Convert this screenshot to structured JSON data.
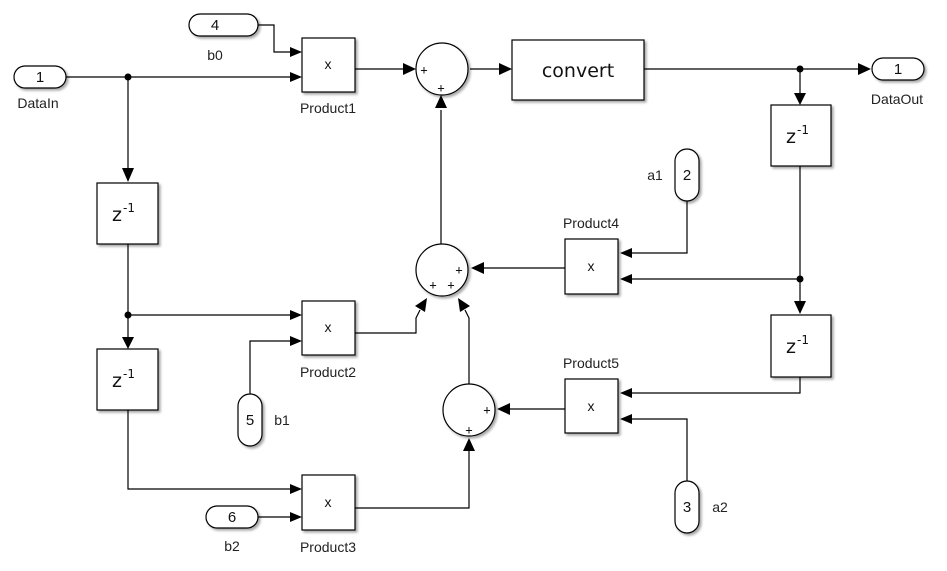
{
  "diagram": {
    "type": "simulink-block-diagram",
    "inports": [
      {
        "id": "datain",
        "number": "1",
        "label": "DataIn"
      },
      {
        "id": "b0",
        "number": "4",
        "label": "b0"
      },
      {
        "id": "a1",
        "number": "2",
        "label": "a1"
      },
      {
        "id": "b1",
        "number": "5",
        "label": "b1"
      },
      {
        "id": "b2",
        "number": "6",
        "label": "b2"
      },
      {
        "id": "a2",
        "number": "3",
        "label": "a2"
      }
    ],
    "outports": [
      {
        "id": "dataout",
        "number": "1",
        "label": "DataOut"
      }
    ],
    "products": [
      {
        "id": "product1",
        "label": "Product1",
        "symbol": "x"
      },
      {
        "id": "product2",
        "label": "Product2",
        "symbol": "x"
      },
      {
        "id": "product3",
        "label": "Product3",
        "symbol": "x"
      },
      {
        "id": "product4",
        "label": "Product4",
        "symbol": "x"
      },
      {
        "id": "product5",
        "label": "Product5",
        "symbol": "x"
      }
    ],
    "delays": [
      {
        "id": "delay-in-1",
        "base": "z",
        "exponent": "-1"
      },
      {
        "id": "delay-in-2",
        "base": "z",
        "exponent": "-1"
      },
      {
        "id": "delay-out-1",
        "base": "z",
        "exponent": "-1"
      },
      {
        "id": "delay-out-2",
        "base": "z",
        "exponent": "-1"
      }
    ],
    "sums": [
      {
        "id": "sum-main",
        "signs": [
          "+",
          "+"
        ]
      },
      {
        "id": "sum-mid",
        "signs": [
          "+",
          "+",
          "+"
        ]
      },
      {
        "id": "sum-low",
        "signs": [
          "+",
          "+"
        ]
      }
    ],
    "convert": {
      "label": "convert"
    }
  }
}
